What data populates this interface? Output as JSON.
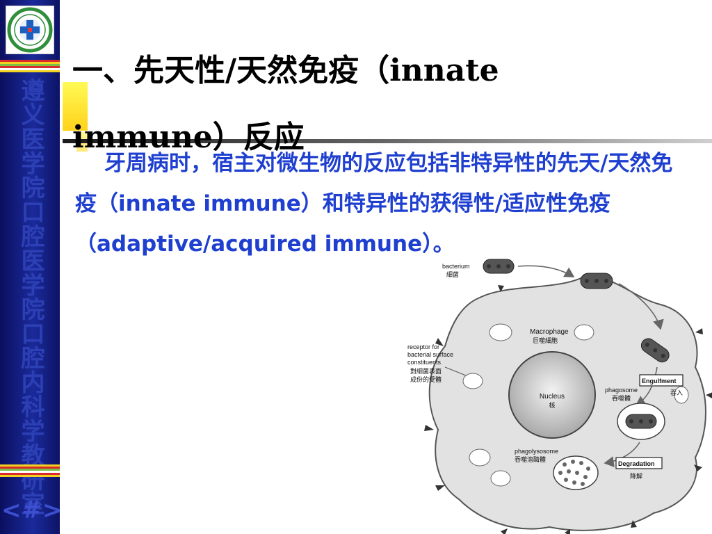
{
  "slide": {
    "title": "一、先天性/天然免疫（innate immune）反应",
    "paragraph": "牙周病时，宿主对微生物的反应包括非特异性的先天/天然免疫（innate immune）和特异性的获得性/适应性免疫（adaptive/acquired immune）。"
  },
  "sidebar": {
    "vertical_text": "遵义医学院口腔医学院口腔内科学教研室",
    "nav_label": "<#>"
  },
  "figure": {
    "bacterium_en": "bacterium",
    "bacterium_zh": "細菌",
    "macrophage_en": "Macrophage",
    "macrophage_zh": "巨噬細胞",
    "receptor_en_1": "receptor for",
    "receptor_en_2": "bacterial surface",
    "receptor_en_3": "constituents",
    "receptor_zh_1": "對細菌表面",
    "receptor_zh_2": "成份的受體",
    "nucleus_en": "Nucleus",
    "nucleus_zh": "核",
    "phagosome_en": "phagosome",
    "phagosome_zh": "吞噬體",
    "engulfment_en": "Engulfment",
    "engulfment_zh": "吞入",
    "phagolysosome_en": "phagolysosome",
    "phagolysosome_zh": "吞噬溶酶體",
    "degradation_en": "Degradation",
    "degradation_zh": "降解"
  },
  "colors": {
    "sidebar_dark": "#0b0f5e",
    "body_text": "#1e3fd0",
    "title_text": "#000000",
    "accent_yellow": "#ffd21a"
  }
}
